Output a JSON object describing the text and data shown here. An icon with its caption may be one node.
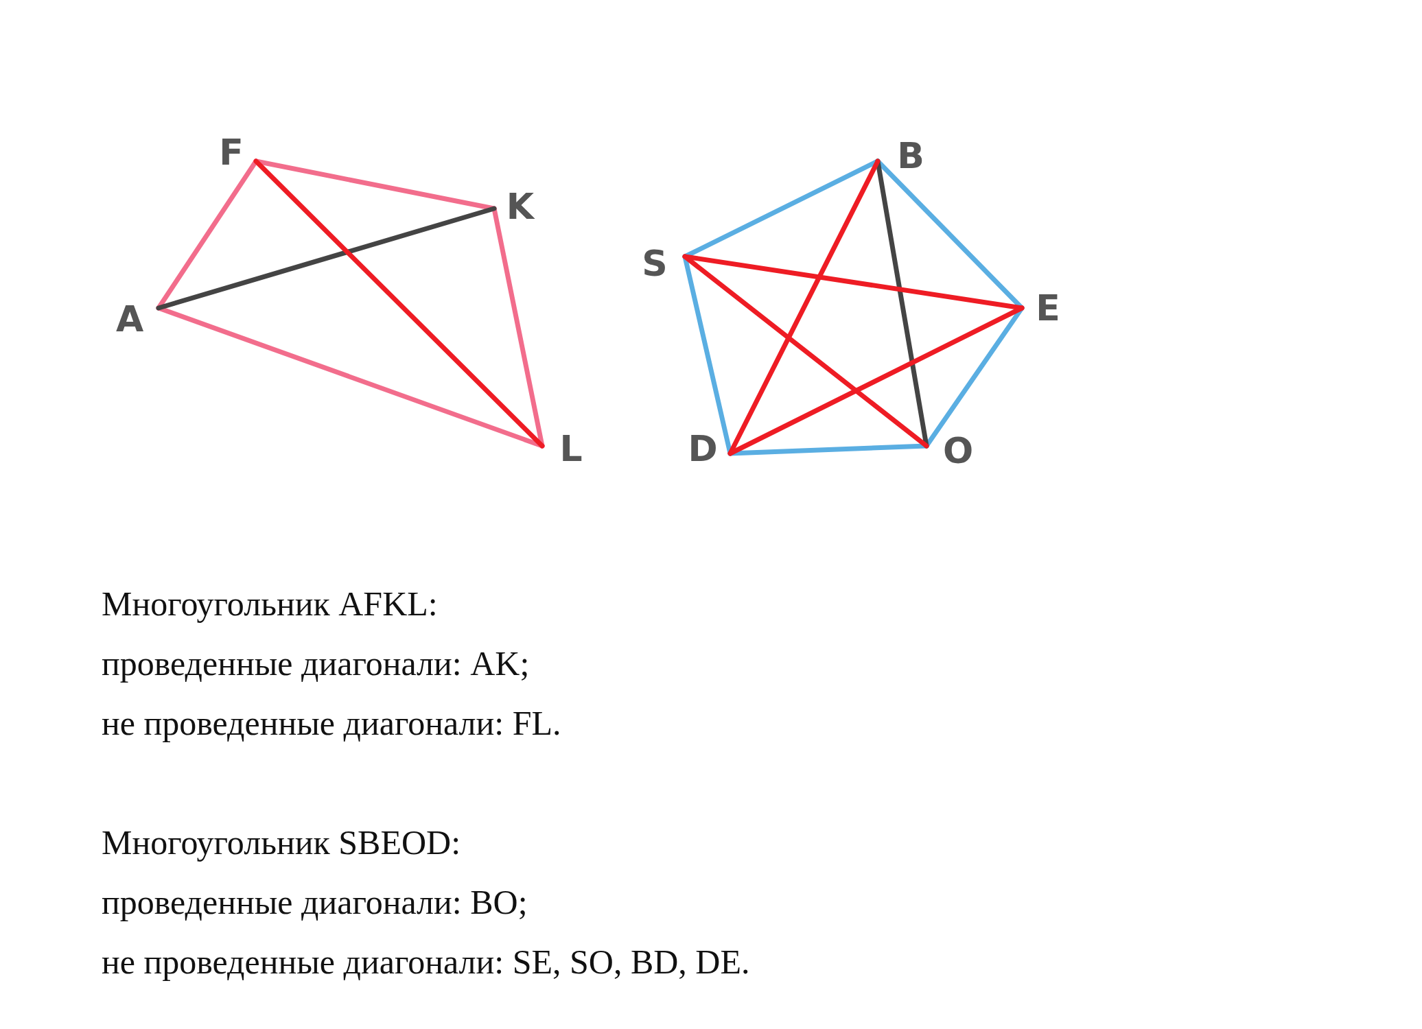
{
  "diagram": {
    "nodes": [
      {
        "text": [
          "F"
        ]
      },
      {
        "text": [
          "K"
        ]
      },
      {
        "text": [
          "A"
        ]
      },
      {
        "text": [
          "L"
        ]
      },
      {
        "text": [
          "B"
        ]
      },
      {
        "text": [
          "S"
        ]
      },
      {
        "text": [
          "E"
        ]
      },
      {
        "text": [
          "D"
        ]
      },
      {
        "text": [
          "O"
        ]
      }
    ],
    "edges": [
      {
        "from": 2,
        "to": 0,
        "arrow": "none",
        "color": "#f26d8c"
      },
      {
        "from": 0,
        "to": 1,
        "arrow": "none",
        "color": "#f26d8c"
      },
      {
        "from": 1,
        "to": 3,
        "arrow": "none",
        "color": "#f26d8c"
      },
      {
        "from": 3,
        "to": 2,
        "arrow": "none",
        "color": "#f26d8c"
      },
      {
        "from": 2,
        "to": 1,
        "arrow": "none",
        "color": "#444444"
      },
      {
        "from": 0,
        "to": 3,
        "arrow": "none",
        "color": "#ee1c24"
      },
      {
        "from": 5,
        "to": 4,
        "arrow": "none",
        "color": "#5aaee2"
      },
      {
        "from": 4,
        "to": 6,
        "arrow": "none",
        "color": "#5aaee2"
      },
      {
        "from": 6,
        "to": 8,
        "arrow": "none",
        "color": "#5aaee2"
      },
      {
        "from": 8,
        "to": 7,
        "arrow": "none",
        "color": "#5aaee2"
      },
      {
        "from": 7,
        "to": 5,
        "arrow": "none",
        "color": "#5aaee2"
      },
      {
        "from": 4,
        "to": 8,
        "arrow": "none",
        "color": "#444444"
      },
      {
        "from": 5,
        "to": 6,
        "arrow": "none",
        "color": "#ee1c24"
      },
      {
        "from": 5,
        "to": 8,
        "arrow": "none",
        "color": "#ee1c24"
      },
      {
        "from": 4,
        "to": 7,
        "arrow": "none",
        "color": "#ee1c24"
      },
      {
        "from": 7,
        "to": 6,
        "arrow": "none",
        "color": "#ee1c24"
      }
    ],
    "labels": [
      "Многоугольник AFKL:",
      "проведенные диагонали: AK;",
      "не проведенные диагонали: FL.",
      "Многоугольник SBEOD:",
      "проведенные диагонали: BO;",
      "не проведенные диагонали: SE, SO, BD, DE."
    ]
  }
}
